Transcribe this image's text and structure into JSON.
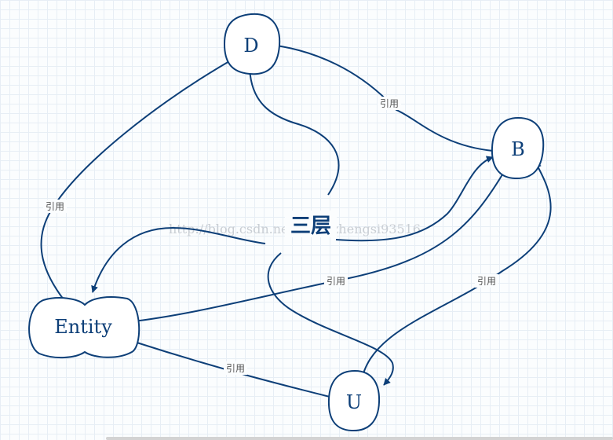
{
  "diagram": {
    "center_label": "三层",
    "watermark": "http://blog.csdn.net/liwenzhengsi93516",
    "nodes": {
      "d": "D",
      "b": "B",
      "u": "U",
      "entity": "Entity"
    },
    "edge_labels": {
      "b_to_d": "引用",
      "d_to_entity": "引用",
      "b_to_entity": "引用",
      "u_to_b": "引用",
      "u_to_entity": "引用"
    },
    "colors": {
      "stroke": "#0d3f78",
      "label": "#555555",
      "watermark": "#c9ced4"
    }
  }
}
